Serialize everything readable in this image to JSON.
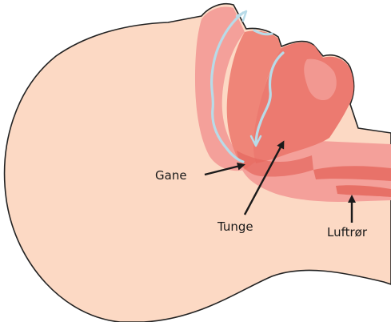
{
  "labels": {
    "gane": "Gane",
    "tunge": "Tunge",
    "luftror": "Luftrør"
  },
  "colors": {
    "skin": "#fcd9c4",
    "skin_outline": "#222222",
    "tissue_light": "#f4a09a",
    "tissue_mid": "#ef8578",
    "tissue_dark": "#e56a60",
    "airflow": "#b8dbe8",
    "arrow": "#1a1a1a"
  }
}
